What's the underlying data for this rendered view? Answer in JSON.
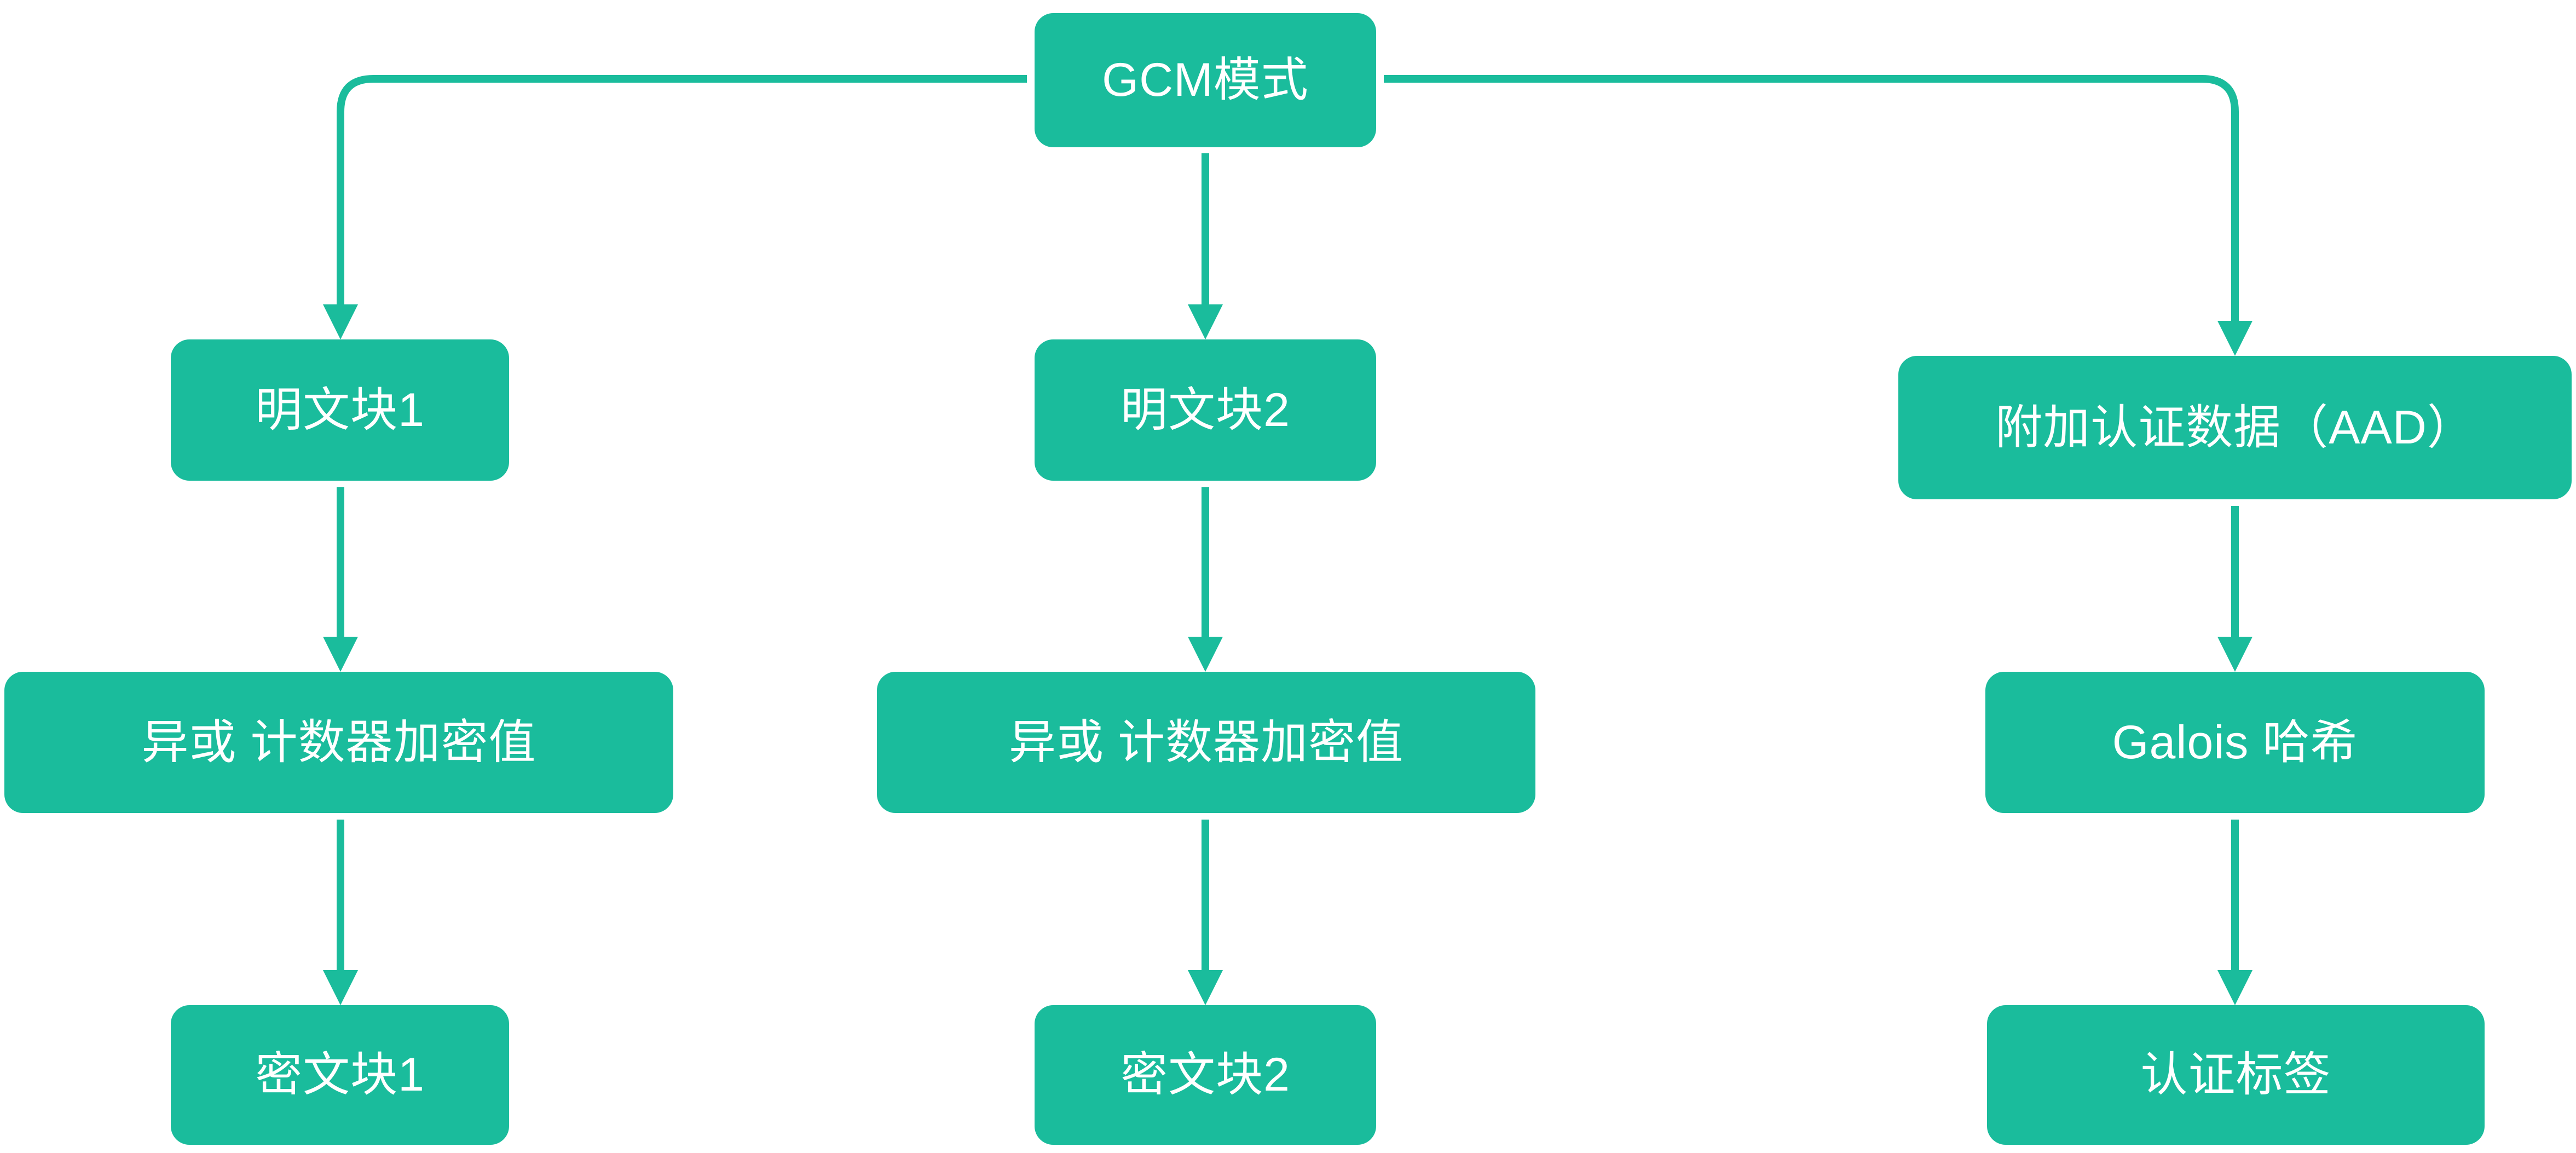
{
  "diagram": {
    "type": "flowchart",
    "colors": {
      "accent": "#1abc9c",
      "node_text": "#ffffff",
      "background": "#ffffff"
    },
    "nodes": {
      "gcm": {
        "label": "GCM模式"
      },
      "plain1": {
        "label": "明文块1"
      },
      "plain2": {
        "label": "明文块2"
      },
      "aad": {
        "label": "附加认证数据（AAD）"
      },
      "xor1": {
        "label": "异或 计数器加密值"
      },
      "xor2": {
        "label": "异或 计数器加密值"
      },
      "ghash": {
        "label": "Galois 哈希"
      },
      "cipher1": {
        "label": "密文块1"
      },
      "cipher2": {
        "label": "密文块2"
      },
      "tag": {
        "label": "认证标签"
      }
    },
    "edges": [
      {
        "from": "gcm",
        "to": "plain1"
      },
      {
        "from": "gcm",
        "to": "plain2"
      },
      {
        "from": "gcm",
        "to": "aad"
      },
      {
        "from": "plain1",
        "to": "xor1"
      },
      {
        "from": "plain2",
        "to": "xor2"
      },
      {
        "from": "aad",
        "to": "ghash"
      },
      {
        "from": "xor1",
        "to": "cipher1"
      },
      {
        "from": "xor2",
        "to": "cipher2"
      },
      {
        "from": "ghash",
        "to": "tag"
      }
    ]
  }
}
